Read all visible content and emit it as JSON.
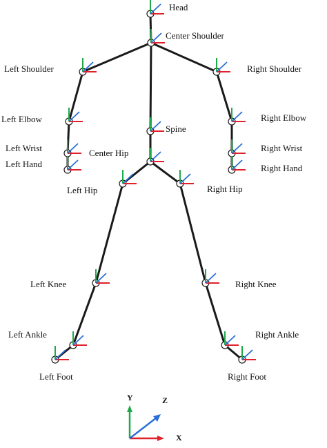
{
  "colors": {
    "x_axis": "#e0202a",
    "y_axis": "#1fa84a",
    "z_axis": "#2a6fd6",
    "bone": "#1a1a1a"
  },
  "joints": [
    {
      "id": "head",
      "label": "Head"
    },
    {
      "id": "center-shoulder",
      "label": "Center Shoulder"
    },
    {
      "id": "left-shoulder",
      "label": "Left Shoulder"
    },
    {
      "id": "right-shoulder",
      "label": "Right Shoulder"
    },
    {
      "id": "left-elbow",
      "label": "Left Elbow"
    },
    {
      "id": "right-elbow",
      "label": "Right Elbow"
    },
    {
      "id": "spine",
      "label": "Spine"
    },
    {
      "id": "left-wrist",
      "label": "Left Wrist"
    },
    {
      "id": "right-wrist",
      "label": "Right Wrist"
    },
    {
      "id": "center-hip",
      "label": "Center Hip"
    },
    {
      "id": "left-hand",
      "label": "Left Hand"
    },
    {
      "id": "right-hand",
      "label": "Right Hand"
    },
    {
      "id": "left-hip",
      "label": "Left Hip"
    },
    {
      "id": "right-hip",
      "label": "Right Hip"
    },
    {
      "id": "left-knee",
      "label": "Left Knee"
    },
    {
      "id": "right-knee",
      "label": "Right Knee"
    },
    {
      "id": "left-ankle",
      "label": "Left Ankle"
    },
    {
      "id": "right-ankle",
      "label": "Right Ankle"
    },
    {
      "id": "left-foot",
      "label": "Left Foot"
    },
    {
      "id": "right-foot",
      "label": "Right Foot"
    }
  ],
  "bones": [
    [
      "head",
      "center-shoulder"
    ],
    [
      "center-shoulder",
      "left-shoulder"
    ],
    [
      "center-shoulder",
      "right-shoulder"
    ],
    [
      "center-shoulder",
      "spine"
    ],
    [
      "spine",
      "center-hip"
    ],
    [
      "left-shoulder",
      "left-elbow"
    ],
    [
      "left-elbow",
      "left-wrist"
    ],
    [
      "left-wrist",
      "left-hand"
    ],
    [
      "right-shoulder",
      "right-elbow"
    ],
    [
      "right-elbow",
      "right-wrist"
    ],
    [
      "right-wrist",
      "right-hand"
    ],
    [
      "center-hip",
      "left-hip"
    ],
    [
      "center-hip",
      "right-hip"
    ],
    [
      "left-hip",
      "left-knee"
    ],
    [
      "left-knee",
      "left-ankle"
    ],
    [
      "left-ankle",
      "left-foot"
    ],
    [
      "right-hip",
      "right-knee"
    ],
    [
      "right-knee",
      "right-ankle"
    ],
    [
      "right-ankle",
      "right-foot"
    ]
  ],
  "legend": {
    "x": "X",
    "y": "Y",
    "z": "Z"
  }
}
